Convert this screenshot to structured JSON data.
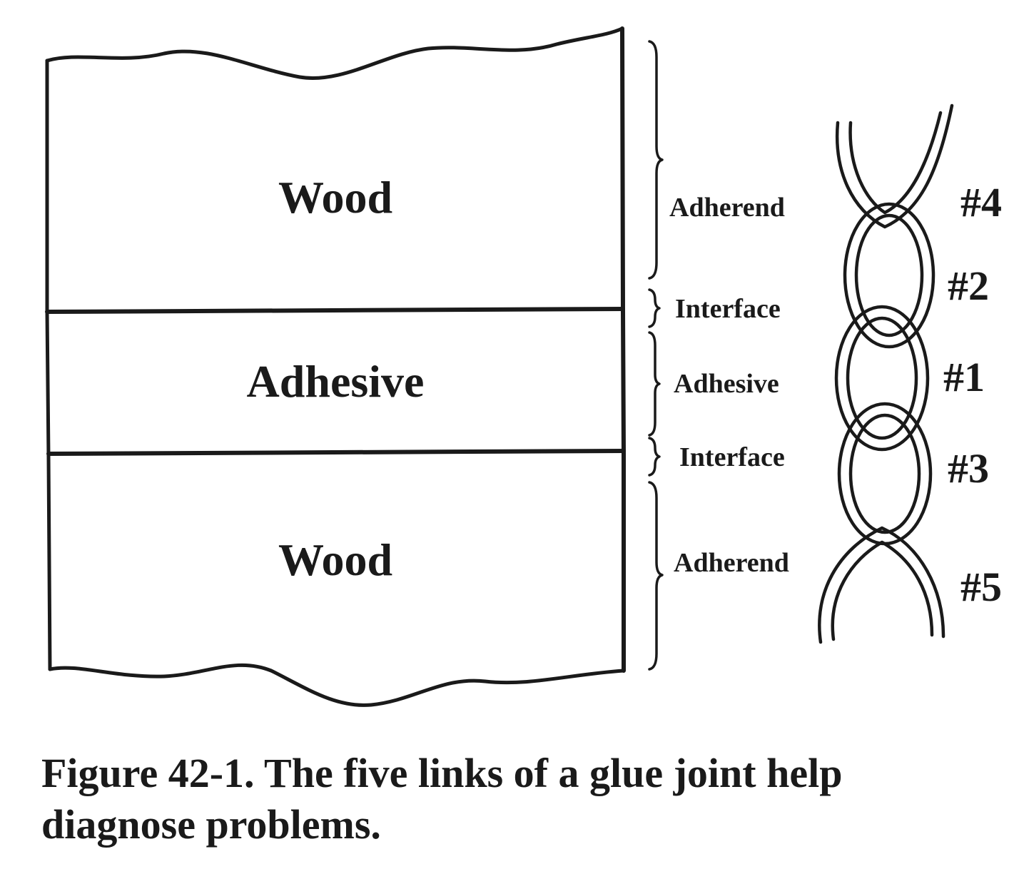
{
  "layers": [
    {
      "label": "Wood"
    },
    {
      "label": "Adhesive"
    },
    {
      "label": "Wood"
    }
  ],
  "zones": [
    {
      "label": "Adherend"
    },
    {
      "label": "Interface"
    },
    {
      "label": "Adhesive"
    },
    {
      "label": "Interface"
    },
    {
      "label": "Adherend"
    }
  ],
  "links": [
    {
      "label": "#4"
    },
    {
      "label": "#2"
    },
    {
      "label": "#1"
    },
    {
      "label": "#3"
    },
    {
      "label": "#5"
    }
  ],
  "caption": {
    "line1": "Figure 42-1.  The five links of a glue joint help",
    "line2": "diagnose problems."
  }
}
